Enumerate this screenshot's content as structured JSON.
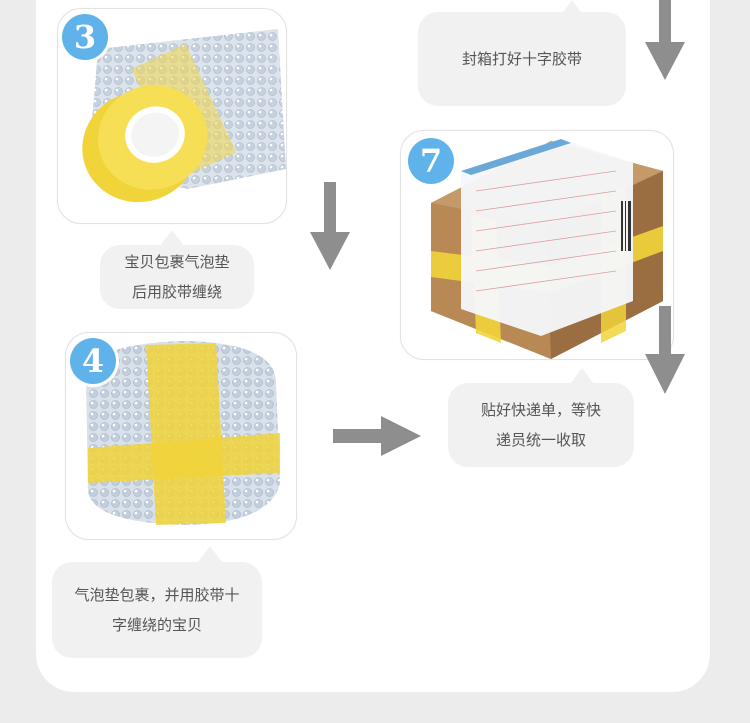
{
  "steps": {
    "step3": {
      "number": "3",
      "caption": "宝贝包裹气泡垫\n后用胶带缠绕"
    },
    "step4": {
      "number": "4",
      "caption": "气泡垫包裹，并用胶带十\n字缠绕的宝贝"
    },
    "step6": {
      "caption": "封箱打好十字胶带"
    },
    "step7": {
      "number": "7",
      "caption": "贴好快递单，等快\n递员统一收取"
    }
  },
  "colors": {
    "badge": "#5fb3ea",
    "arrow": "#8e8e8e",
    "tape": "#f1d43a",
    "box": "#b58a5a"
  }
}
